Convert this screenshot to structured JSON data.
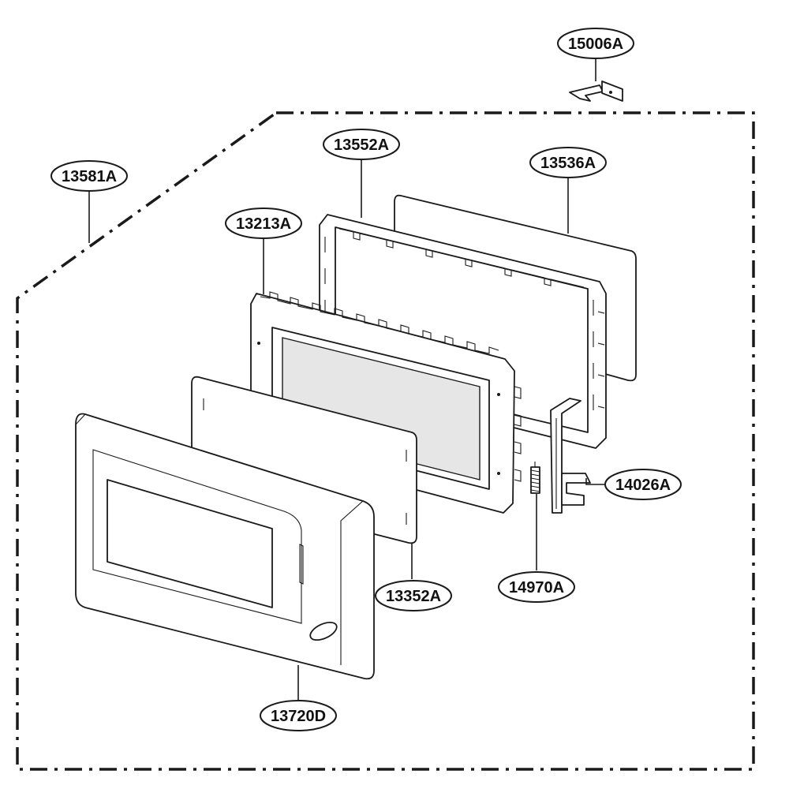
{
  "labels": {
    "l15006a": "15006A",
    "l13581a": "13581A",
    "l13552a": "13552A",
    "l13536a": "13536A",
    "l13213a": "13213A",
    "l14026a": "14026A",
    "l13352a": "13352A",
    "l14970a": "14970A",
    "l13720d": "13720D"
  }
}
